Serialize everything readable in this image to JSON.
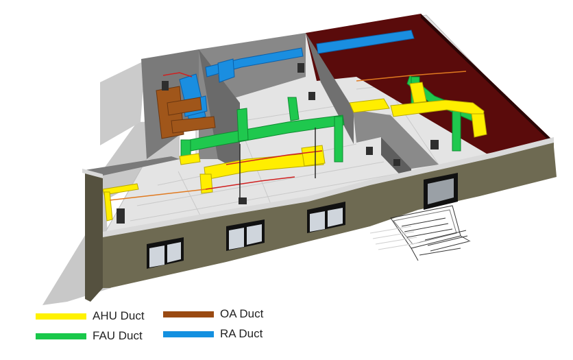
{
  "legend": {
    "items": [
      {
        "key": "ahu",
        "label": "AHU Duct",
        "color": "#fff200"
      },
      {
        "key": "oa",
        "label": "OA Duct",
        "color": "#9a4a12"
      },
      {
        "key": "fau",
        "label": "FAU Duct",
        "color": "#19c84a"
      },
      {
        "key": "ra",
        "label": "RA Duct",
        "color": "#1490e0"
      }
    ]
  },
  "colors": {
    "wall_exterior": "#6e6a52",
    "wall_exterior_dark": "#55513f",
    "wall_interior": "#808080",
    "wall_red": "#3a0a0a",
    "floor": "#e6e6e6",
    "shadow": "#c4c4c4",
    "window_frame": "#111111",
    "window_glass": "#cfd5dc",
    "pipe_red": "#d02020",
    "pipe_orange": "#e07a20",
    "equipment": "#2a2a2a"
  }
}
